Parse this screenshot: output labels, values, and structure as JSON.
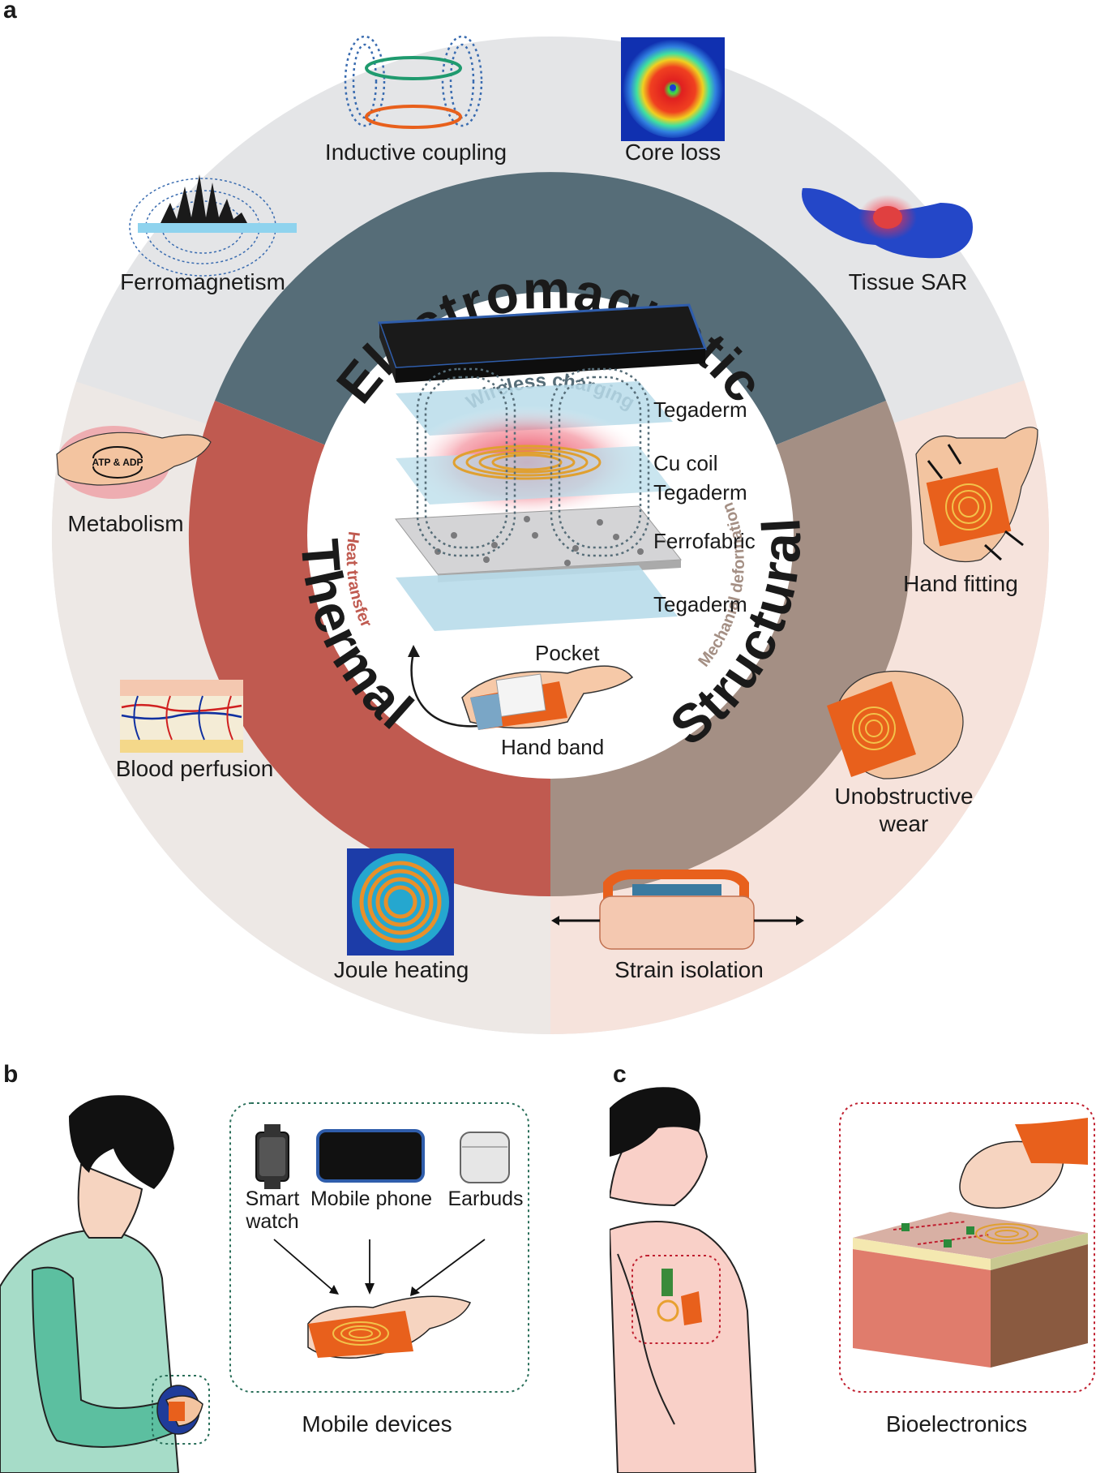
{
  "panels": {
    "a": "a",
    "b": "b",
    "c": "c"
  },
  "ring": {
    "electromagnetic": "Electromagnetic",
    "thermal": "Thermal",
    "structural": "Structural",
    "wireless_charging": "Wireless charging",
    "heat_transfer": "Heat transfer",
    "mechanical_deformation": "Mechanial deformation"
  },
  "outer_labels": {
    "inductive_coupling": "Inductive coupling",
    "core_loss": "Core loss",
    "ferromagnetism": "Ferromagnetism",
    "tissue_sar": "Tissue SAR",
    "metabolism": "Metabolism",
    "atp_adp": "ATP & ADP",
    "hand_fitting": "Hand fitting",
    "blood_perfusion": "Blood perfusion",
    "unobstructive_wear_1": "Unobstructive",
    "unobstructive_wear_2": "wear",
    "joule_heating": "Joule heating",
    "strain_isolation": "Strain isolation"
  },
  "layers": {
    "tegaderm_top": "Tegaderm",
    "cu_coil": "Cu coil",
    "tegaderm_mid": "Tegaderm",
    "ferrofabric": "Ferrofabric",
    "tegaderm_bottom": "Tegaderm",
    "pocket": "Pocket",
    "hand_band": "Hand band"
  },
  "panel_b": {
    "smart_watch_1": "Smart",
    "smart_watch_2": "watch",
    "mobile_phone": "Mobile phone",
    "earbuds": "Earbuds",
    "caption": "Mobile devices"
  },
  "panel_c": {
    "caption": "Bioelectronics"
  },
  "colors": {
    "electromagnetic": "#566d78",
    "thermal": "#c05a50",
    "structural": "#a48f84",
    "outer_top": "#e4e5e7",
    "outer_left": "#ede8e5",
    "outer_right": "#f6e3dc",
    "accent_orange": "#e8601c",
    "tegaderm": "#b8dcea"
  }
}
